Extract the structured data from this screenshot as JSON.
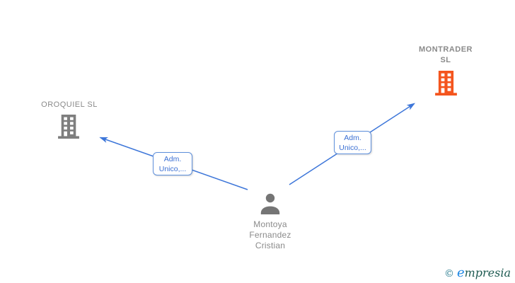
{
  "diagram": {
    "type": "company-network-graph",
    "background": "#ffffff",
    "nodes": {
      "oroquiel": {
        "label": "OROQUIEL SL",
        "icon": "building-icon",
        "color": "#7e7e7e"
      },
      "montrader": {
        "label_line1": "MONTRADER",
        "label_line2": "SL",
        "icon": "building-icon",
        "color": "#f4551e"
      },
      "person": {
        "name_line1": "Montoya",
        "name_line2": "Fernandez",
        "name_line3": "Cristian",
        "icon": "person-icon",
        "color": "#757575"
      }
    },
    "edges": {
      "left": {
        "label_line1": "Adm.",
        "label_line2": "Unico,..."
      },
      "right": {
        "label_line1": "Adm.",
        "label_line2": "Unico,..."
      }
    },
    "colors": {
      "edge_blue": "#3d76d9",
      "edge_label_text": "#3a6fd3",
      "edge_label_border": "#5e8fdb",
      "node_label_gray": "#8a8a8a"
    }
  },
  "watermark": {
    "copyright_symbol": "©",
    "brand_first_letter": "e",
    "brand_rest": "mpresia",
    "copyright_color": "#2e7f92",
    "first_letter_color": "#1e88e5",
    "rest_color": "#1f5b52"
  }
}
